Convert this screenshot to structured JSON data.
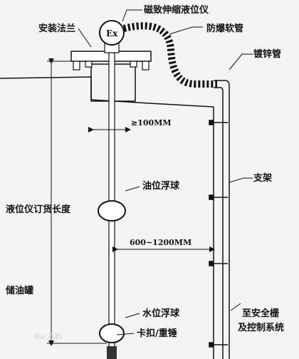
{
  "labels": {
    "transmitter": "磁致伸缩液位仪",
    "flange": "安装法兰",
    "hose": "防爆软管",
    "galvanized_pipe": "镀锌管",
    "min_distance": "≥100MM",
    "oil_float": "油位浮球",
    "bracket": "支架",
    "order_length": "液位仪订货长度",
    "spacing": "600~1200MM",
    "tank": "储油罐",
    "water_float": "水位浮球",
    "clip_weight": "卡扣/重锤",
    "to_barrier_line1": "至安全栅",
    "to_barrier_line2": "及控制系统",
    "ex_mark": "Ex",
    "watermark": "Bai 百科"
  }
}
